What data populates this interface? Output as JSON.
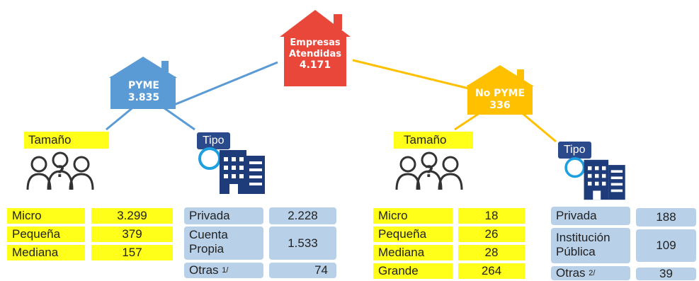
{
  "colors": {
    "root": "#e8473a",
    "pyme": "#5b9bd5",
    "nopyme": "#ffc000",
    "highlight": "#ffff1a",
    "tipo": "#2b4a8b",
    "type_cell": "#b8d0e8"
  },
  "root": {
    "line1": "Empresas",
    "line2": "Atendidas",
    "value": "4.171"
  },
  "pyme": {
    "title": "PYME",
    "value": "3.835",
    "size_label": "Tamaño",
    "type_label": "Tipo",
    "sizes": [
      {
        "name": "Micro",
        "value": "3.299"
      },
      {
        "name": "Pequeña",
        "value": "379"
      },
      {
        "name": "Mediana",
        "value": "157"
      }
    ],
    "types": [
      {
        "name": "Privada",
        "value": "2.228"
      },
      {
        "name1": "Cuenta",
        "name2": "Propia",
        "value": "1.533"
      },
      {
        "name": "Otras",
        "note": "1/",
        "value": "74"
      }
    ]
  },
  "nopyme": {
    "title": "No PYME",
    "value": "336",
    "size_label": "Tamaño",
    "type_label": "Tipo",
    "sizes": [
      {
        "name": "Micro",
        "value": "18"
      },
      {
        "name": "Pequeña",
        "value": "26"
      },
      {
        "name": "Mediana",
        "value": "28"
      },
      {
        "name": "Grande",
        "value": "264"
      }
    ],
    "types": [
      {
        "name": "Privada",
        "value": "188"
      },
      {
        "name1": "Institución",
        "name2": "Pública",
        "value": "109"
      },
      {
        "name": "Otras",
        "note": "2/",
        "value": "39"
      }
    ]
  },
  "icons": {
    "people": "people-question-icon",
    "building": "building-icon"
  }
}
